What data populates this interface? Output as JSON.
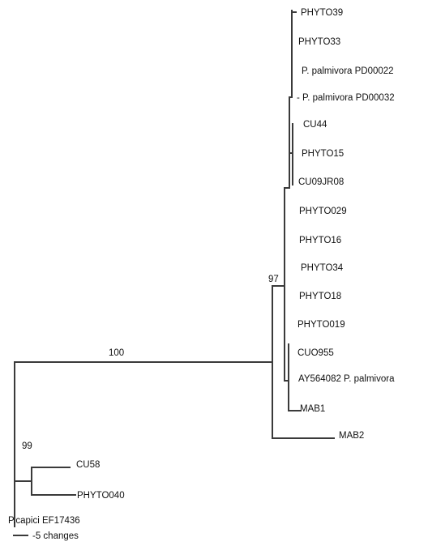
{
  "tree": {
    "leaves": {
      "phyto39": "PHYTO39",
      "phyto33": "PHYTO33",
      "pd00022": "P. palmivora PD00022",
      "pd00032": "- P. palmivora PD00032",
      "cu44": "CU44",
      "phyto15": "PHYTO15",
      "cu09jr08": "CU09JR08",
      "phyto029": "PHYTO029",
      "phyto16": "PHYTO16",
      "phyto34": "PHYTO34",
      "phyto18": "PHYTO18",
      "phyto019": "PHYTO019",
      "cuo955": "CUO955",
      "ay564082": "AY564082 P. palmivora",
      "mab1": "MAB1",
      "mab2": "MAB2",
      "cu58": "CU58",
      "phyto040": "PHYTO040",
      "pcapici": "P.capici EF17436"
    },
    "support": {
      "root_branch": "100",
      "palmivora_clade": "97",
      "capici_clade": "99"
    },
    "scale_bar": {
      "label": "-5 changes"
    }
  }
}
